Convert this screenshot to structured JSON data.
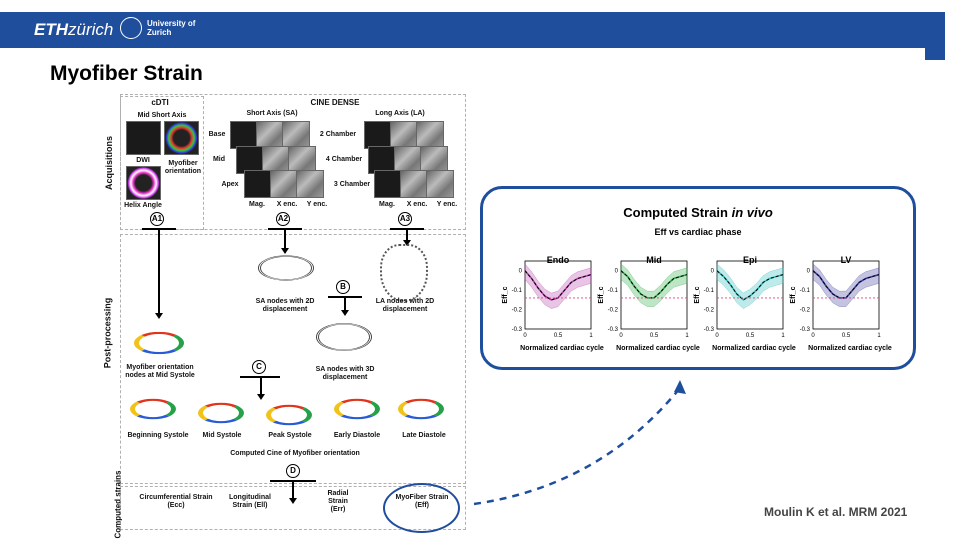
{
  "header": {
    "eth_bold": "ETH",
    "eth_rest": "zürich",
    "uzh_line1": "University of",
    "uzh_line2": "Zurich"
  },
  "slide": {
    "title": "Myofiber Strain",
    "citation": "Moulin K et al. MRM 2021"
  },
  "sections": {
    "acquisitions": "Acquisitions",
    "post_processing": "Post-processing",
    "computed_strains": "Computed\nstrains"
  },
  "cdti": {
    "title": "cDTI",
    "mid_short_axis": "Mid Short Axis",
    "dwi": "DWI",
    "myofiber_orientation": "Myofiber orientation",
    "helix_angle": "Helix Angle"
  },
  "cine": {
    "title": "CINE DENSE",
    "short_axis": "Short Axis (SA)",
    "long_axis": "Long Axis (LA)",
    "base": "Base",
    "mid": "Mid",
    "apex": "Apex",
    "ch2": "2 Chamber",
    "ch4": "4 Chamber",
    "ch3": "3 Chamber",
    "mag": "Mag.",
    "xenc": "X enc.",
    "yenc": "Y enc.",
    "mag2": "Mag.",
    "xenc2": "X enc.",
    "yenc2": "Y enc."
  },
  "markers": {
    "a1": "A1",
    "a2": "A2",
    "a3": "A3",
    "b": "B",
    "c": "C",
    "d": "D"
  },
  "post": {
    "sa_nodes_2d": "SA nodes with 2D displacement",
    "la_nodes_2d": "LA nodes with 2D displacement",
    "sa_nodes_3d": "SA nodes with 3D displacement",
    "myofiber_nodes": "Myofiber orientation nodes at Mid Systole",
    "beginning_systole": "Beginning Systole",
    "mid_systole": "Mid Systole",
    "peak_systole": "Peak Systole",
    "early_diastole": "Early Diastole",
    "late_diastole": "Late Diastole",
    "computed_cine": "Computed Cine of Myofiber orientation"
  },
  "strains": {
    "circumferential": "Circumferential Strain (Ecc)",
    "longitudinal": "Longitudinal Strain (Ell)",
    "radial": "Radial Strain (Err)",
    "myofiber": "MyoFiber Strain (Eff)"
  },
  "result": {
    "title_main": "Computed Strain ",
    "title_italic": "in vivo",
    "subtitle": "Eff vs cardiac phase",
    "ylabel": "Eff_c",
    "xlabel": "Normalized cardiac cycle",
    "yticks": [
      "0",
      "-0.1",
      "-0.2",
      "-0.3"
    ],
    "xticks": [
      "0",
      "0.5",
      "1"
    ]
  },
  "chart_data": {
    "type": "line",
    "x": [
      0,
      0.1,
      0.2,
      0.3,
      0.4,
      0.5,
      0.6,
      0.7,
      0.8,
      0.9,
      1.0
    ],
    "ylim": [
      -0.3,
      0.05
    ],
    "xlim": [
      0,
      1
    ],
    "xlabel": "Normalized cardiac cycle",
    "ylabel": "Eff_c",
    "panels": [
      {
        "title": "Endo",
        "color": "#b23aa8",
        "mean": [
          0,
          -0.04,
          -0.09,
          -0.13,
          -0.15,
          -0.14,
          -0.1,
          -0.06,
          -0.04,
          -0.03,
          -0.02
        ]
      },
      {
        "title": "Mid",
        "color": "#2aa845",
        "mean": [
          0,
          -0.03,
          -0.08,
          -0.12,
          -0.14,
          -0.14,
          -0.11,
          -0.07,
          -0.04,
          -0.03,
          -0.02
        ]
      },
      {
        "title": "Epi",
        "color": "#2ab8b8",
        "mean": [
          0,
          -0.03,
          -0.07,
          -0.12,
          -0.15,
          -0.13,
          -0.1,
          -0.06,
          -0.04,
          -0.03,
          -0.02
        ]
      },
      {
        "title": "LV",
        "color": "#3b3a9c",
        "mean": [
          0,
          -0.03,
          -0.08,
          -0.12,
          -0.14,
          -0.14,
          -0.1,
          -0.06,
          -0.04,
          -0.03,
          -0.02
        ]
      }
    ],
    "reference_line": -0.14
  }
}
